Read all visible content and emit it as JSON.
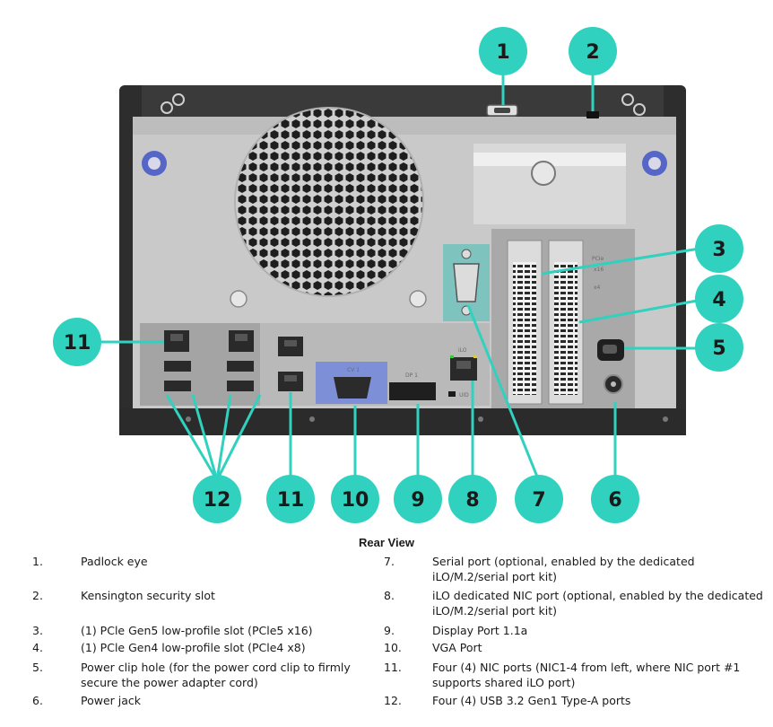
{
  "figure": {
    "callouts": [
      "1",
      "2",
      "3",
      "4",
      "5",
      "6",
      "7",
      "8",
      "9",
      "10",
      "11",
      "11",
      "12"
    ],
    "port_labels": {
      "vga": "CV 1",
      "dp": "DP 1",
      "ilo": "iLO",
      "uid": "UID",
      "pcie": "PCIe",
      "slot1": "x16",
      "slot2": "x4"
    },
    "colors": {
      "callout": "#30d1be",
      "chassis": "#2d2d2d",
      "panel": "#b9b9b9",
      "serial": "#7ec3bd"
    }
  },
  "caption": "Rear View",
  "legend_left": [
    {
      "num": "1.",
      "text": "Padlock eye"
    },
    {
      "num": "2.",
      "text": "Kensington security slot"
    },
    {
      "num": "3.",
      "text": "(1) PCle Gen5 low-profile slot (PCle5 x16)"
    },
    {
      "num": "4.",
      "text": "(1) PCle Gen4 low-profile slot (PCle4 x8)"
    },
    {
      "num": "5.",
      "text": "Power clip hole (for the power cord clip to firmly secure the power adapter cord)"
    },
    {
      "num": "6.",
      "text": "Power jack"
    }
  ],
  "legend_right": [
    {
      "num": "7.",
      "text": "Serial port (optional, enabled by the dedicated iLO/M.2/serial port kit)"
    },
    {
      "num": "8.",
      "text": "iLO dedicated NIC port (optional, enabled by the dedicated iLO/M.2/serial port kit)"
    },
    {
      "num": "9.",
      "text": "Display Port 1.1a"
    },
    {
      "num": "10.",
      "text": "VGA Port"
    },
    {
      "num": "11.",
      "text": "Four (4) NIC ports (NIC1-4 from left, where NIC port #1 supports shared iLO port)"
    },
    {
      "num": "12.",
      "text": "Four (4) USB 3.2 Gen1 Type-A ports"
    }
  ]
}
